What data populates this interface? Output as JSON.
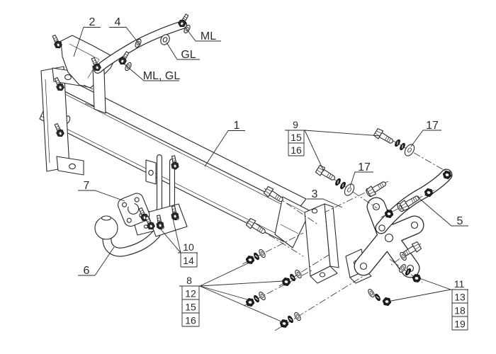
{
  "drawing": {
    "background": "#ffffff",
    "line_color": "#2a2a2a",
    "callouts": {
      "beam": "1",
      "left_bracket": "2",
      "center_bracket": "3",
      "upper_arm": "4",
      "side_arm": "5",
      "ball": "6",
      "socket_plate": "7",
      "washer_upper": "17",
      "washer_mid": "17",
      "ml": "ML",
      "gl": "GL",
      "ml_gl": "ML, GL"
    },
    "stacks": {
      "upper_bolts": [
        "9",
        "15",
        "16"
      ],
      "neck_bolts": [
        "10",
        "14"
      ],
      "left_nuts": [
        "8",
        "12",
        "15",
        "16"
      ],
      "right_nuts": [
        "11",
        "13",
        "18",
        "19"
      ]
    }
  }
}
